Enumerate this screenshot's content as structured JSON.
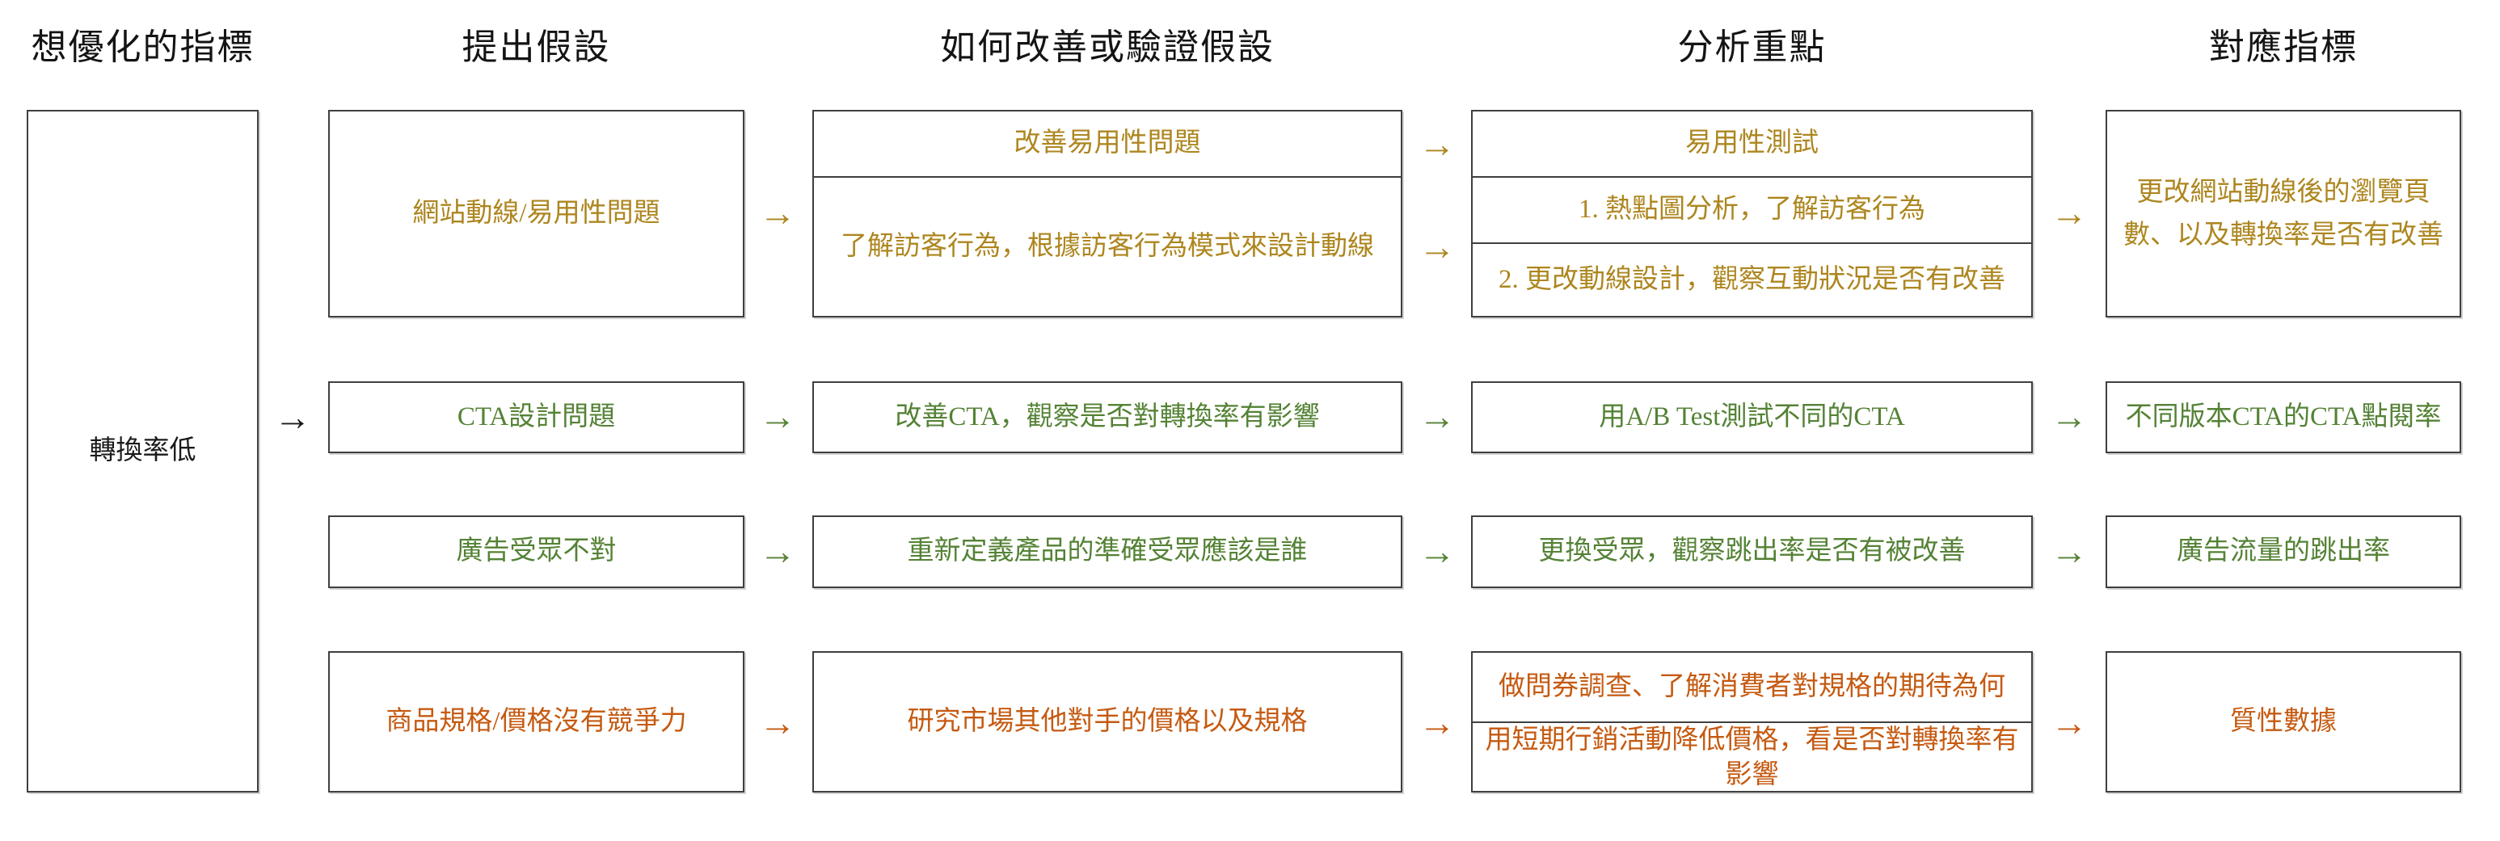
{
  "glyphs": {
    "arrow": "→"
  },
  "colors": {
    "row1_accent": "#BF8F00",
    "row2_accent": "#548235",
    "row3_accent": "#548235",
    "row4_accent": "#C55A11",
    "heading_text": "#141414",
    "box_border": "#3f3f3f",
    "background": "#ffffff"
  },
  "headers": [
    "想優化的指標",
    "提出假設",
    "如何改善或驗證假設",
    "分析重點",
    "對應指標"
  ],
  "source": {
    "label": "轉換率低"
  },
  "rows": [
    {
      "accent": "#BF8F00",
      "hypothesis": "網站動線/易用性問題",
      "improve": [
        "改善易用性問題",
        "了解訪客行為，根據訪客行為模式來設計動線"
      ],
      "analysis": [
        "易用性測試",
        "1. 熱點圖分析，了解訪客行為",
        "2. 更改動線設計，觀察互動狀況是否有改善"
      ],
      "metric": "更改網站動線後的瀏覽頁數、以及轉換率是否有改善"
    },
    {
      "accent": "#548235",
      "hypothesis": "CTA設計問題",
      "improve": [
        "改善CTA，觀察是否對轉換率有影響"
      ],
      "analysis": [
        "用A/B Test測試不同的CTA"
      ],
      "metric": "不同版本CTA的CTA點閱率"
    },
    {
      "accent": "#548235",
      "hypothesis": "廣告受眾不對",
      "improve": [
        "重新定義產品的準確受眾應該是誰"
      ],
      "analysis": [
        "更換受眾，觀察跳出率是否有被改善"
      ],
      "metric": "廣告流量的跳出率"
    },
    {
      "accent": "#C55A11",
      "hypothesis": "商品規格/價格沒有競爭力",
      "improve": [
        "研究市場其他對手的價格以及規格"
      ],
      "analysis": [
        "做問券調查、了解消費者對規格的期待為何",
        "用短期行銷活動降低價格，看是否對轉換率有影響"
      ],
      "metric": "質性數據"
    }
  ]
}
